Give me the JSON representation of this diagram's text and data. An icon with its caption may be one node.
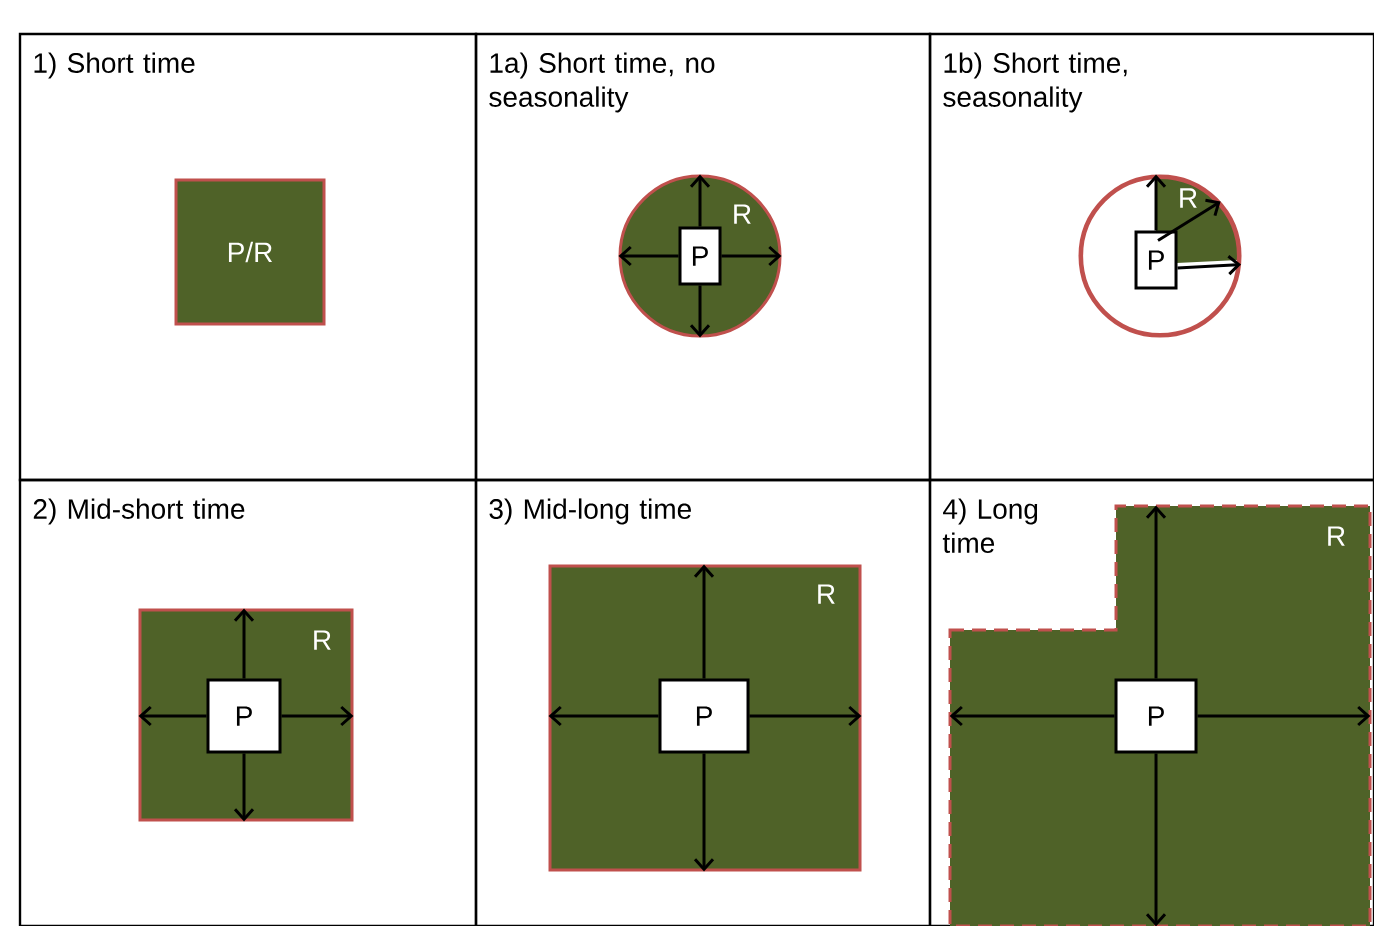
{
  "diagram": {
    "nodes": [
      {
        "text": [
          "1) Short time"
        ]
      },
      {
        "text": [
          "P/R"
        ],
        "in": 0
      },
      {
        "text": [
          "1a) Short time, no seasonality"
        ]
      },
      {
        "text": [
          "R"
        ],
        "in": 2
      },
      {
        "text": [
          "P"
        ],
        "in": 3
      },
      {
        "text": [
          "1b) Short time, seasonality"
        ]
      },
      {
        "text": [
          "R"
        ],
        "in": 5
      },
      {
        "text": [
          "P"
        ],
        "in": 6
      },
      {
        "text": [
          "2) Mid-short time"
        ]
      },
      {
        "text": [
          "R"
        ],
        "in": 8
      },
      {
        "text": [
          "P"
        ],
        "in": 9
      },
      {
        "text": [
          "3) Mid-long time"
        ]
      },
      {
        "text": [
          "R"
        ],
        "in": 11
      },
      {
        "text": [
          "P"
        ],
        "in": 12
      },
      {
        "text": [
          "4) Long time"
        ]
      },
      {
        "text": [
          "R"
        ],
        "in": 14
      },
      {
        "text": [
          "P"
        ],
        "in": 15
      }
    ],
    "edges": [
      {
        "from": 4,
        "to": 3,
        "arrow": "to"
      },
      {
        "from": 4,
        "to": 3,
        "arrow": "to"
      },
      {
        "from": 4,
        "to": 3,
        "arrow": "to"
      },
      {
        "from": 4,
        "to": 3,
        "arrow": "to"
      },
      {
        "from": 7,
        "to": 6,
        "arrow": "to"
      },
      {
        "from": 7,
        "to": 6,
        "arrow": "to"
      },
      {
        "from": 7,
        "to": 6,
        "arrow": "to"
      },
      {
        "from": 10,
        "to": 9,
        "arrow": "to"
      },
      {
        "from": 10,
        "to": 9,
        "arrow": "to"
      },
      {
        "from": 10,
        "to": 9,
        "arrow": "to"
      },
      {
        "from": 10,
        "to": 9,
        "arrow": "to"
      },
      {
        "from": 13,
        "to": 12,
        "arrow": "to"
      },
      {
        "from": 13,
        "to": 12,
        "arrow": "to"
      },
      {
        "from": 13,
        "to": 12,
        "arrow": "to"
      },
      {
        "from": 13,
        "to": 12,
        "arrow": "to"
      },
      {
        "from": 16,
        "to": 15,
        "arrow": "to"
      },
      {
        "from": 16,
        "to": 15,
        "arrow": "to"
      },
      {
        "from": 16,
        "to": 15,
        "arrow": "to"
      },
      {
        "from": 16,
        "to": 15,
        "arrow": "to"
      }
    ]
  }
}
